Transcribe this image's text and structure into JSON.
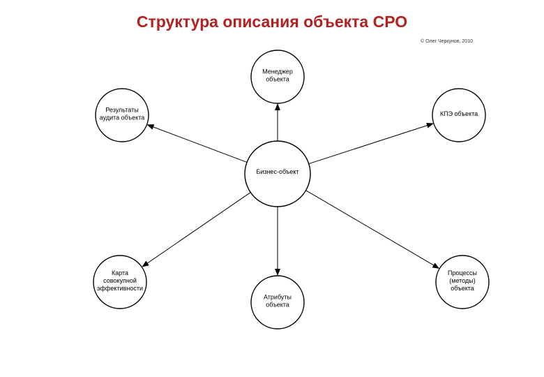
{
  "title": "Структура описания объекта СРО",
  "copyright": "© Олег Черкунов, 2010",
  "colors": {
    "title": "#b22222",
    "lines": "#000000"
  },
  "center": {
    "id": "business-object",
    "lines": [
      "Бизнес-объект"
    ]
  },
  "nodes": [
    {
      "id": "manager",
      "lines": [
        "Менеджер",
        "объекта"
      ]
    },
    {
      "id": "kpi",
      "lines": [
        "КПЭ объекта"
      ]
    },
    {
      "id": "processes",
      "lines": [
        "Процессы",
        "(методы)",
        "объекта"
      ]
    },
    {
      "id": "attributes",
      "lines": [
        "Атрибуты",
        "объекта"
      ]
    },
    {
      "id": "efficiency-map",
      "lines": [
        "Карта",
        "совокупной",
        "эффективности"
      ]
    },
    {
      "id": "audit-results",
      "lines": [
        "Результаты",
        "аудита объекта"
      ]
    }
  ]
}
